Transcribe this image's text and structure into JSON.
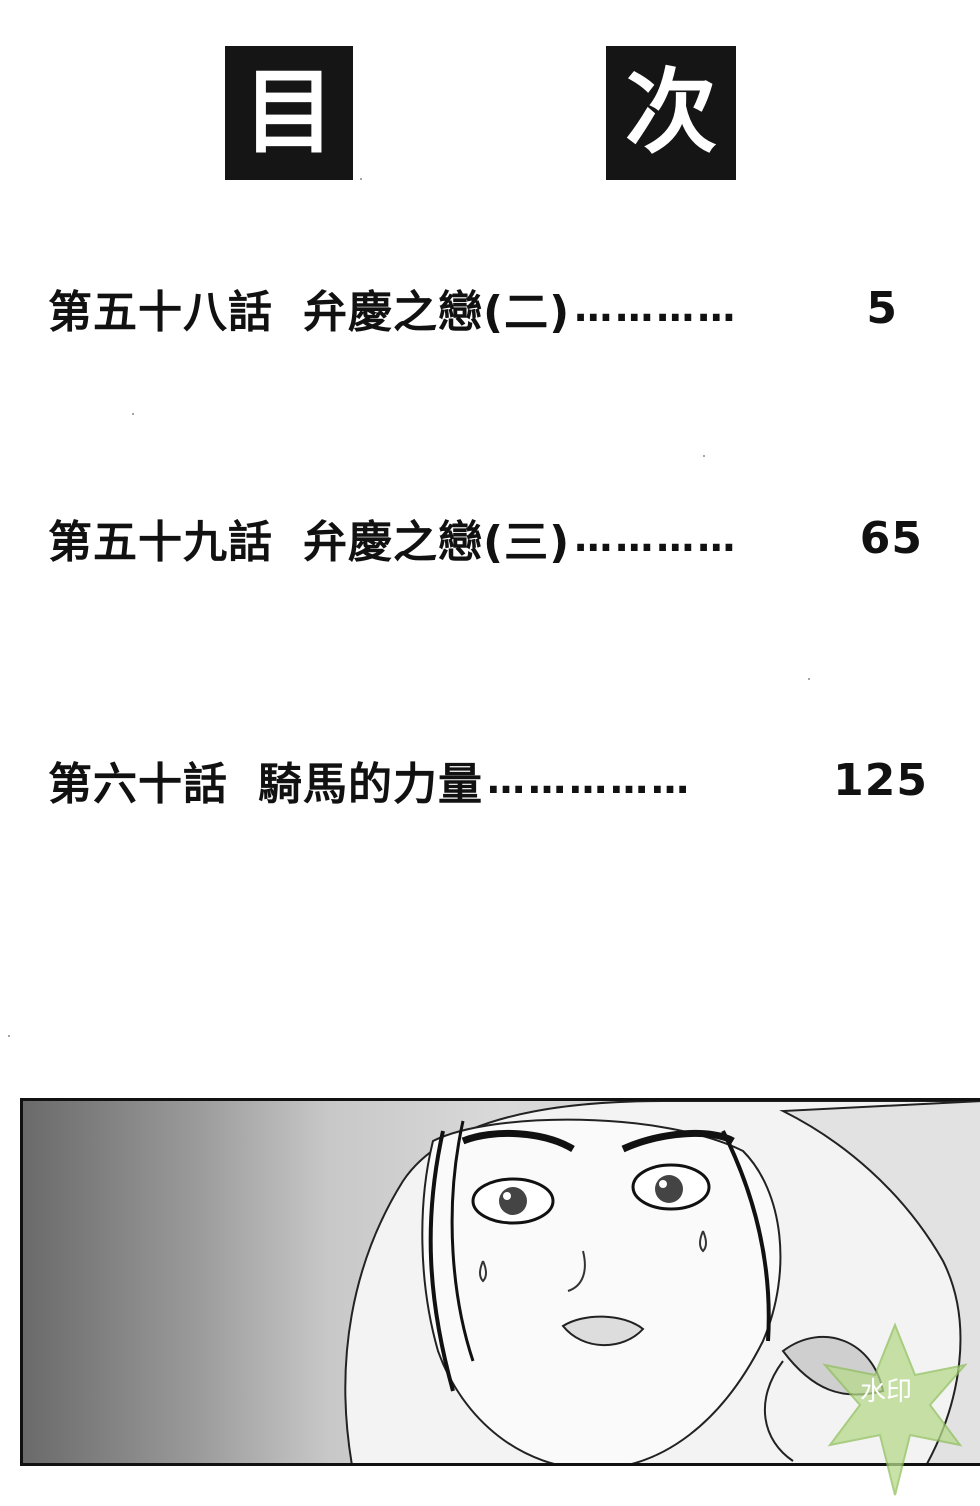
{
  "title": {
    "left_char": "目",
    "right_char": "次"
  },
  "entries": [
    {
      "chapter": "第五十八話",
      "name": "弁慶之戀(二)",
      "dots": "…………",
      "page": "5"
    },
    {
      "chapter": "第五十九話",
      "name": "弁慶之戀(三)",
      "dots": "…………",
      "page": "65"
    },
    {
      "chapter": "第六十話",
      "name": "騎馬的力量",
      "dots": "……………",
      "page": "125"
    }
  ],
  "watermark": {
    "text": "水印"
  },
  "colors": {
    "title_block": "#151515",
    "text": "#111111",
    "leaf": "#b6d98a"
  }
}
